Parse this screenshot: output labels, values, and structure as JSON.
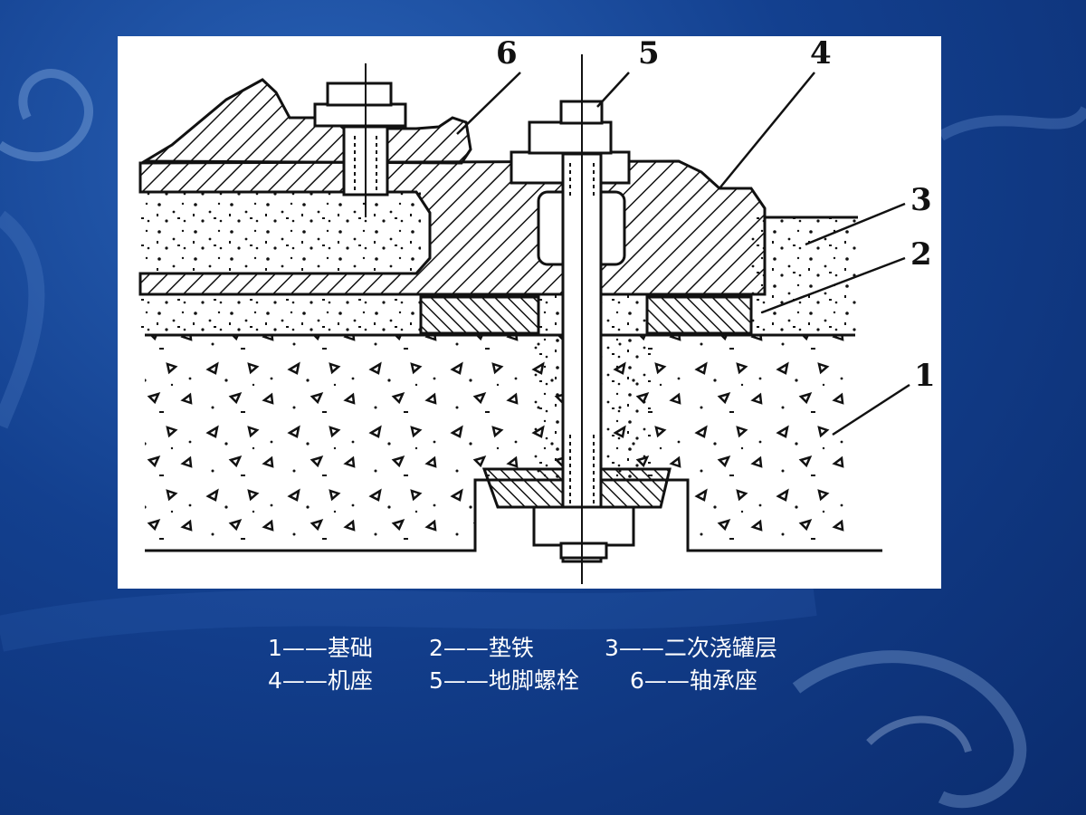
{
  "diagram": {
    "callouts": [
      "6",
      "5",
      "4",
      "3",
      "2",
      "1"
    ]
  },
  "legend": {
    "row1": [
      "1——基础",
      "2——垫铁",
      "3——二次浇罐层"
    ],
    "row2": [
      "4——机座",
      "5——地脚螺栓",
      "6——轴承座"
    ]
  },
  "colors": {
    "background": "#13408f",
    "panel": "#ffffff",
    "ink": "#111111",
    "caption": "#ffffff"
  }
}
